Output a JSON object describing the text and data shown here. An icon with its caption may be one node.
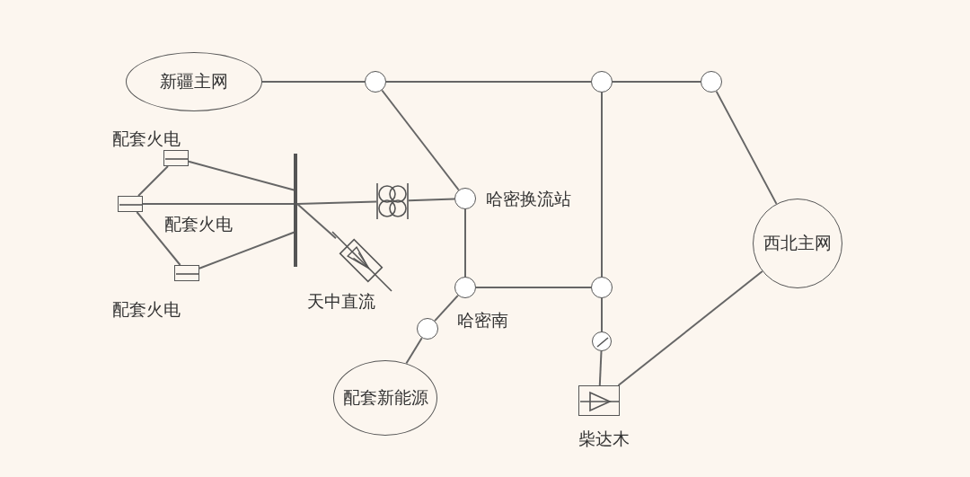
{
  "diagram": {
    "nodes": [
      {
        "text": [
          "新疆主网"
        ]
      },
      {
        "text": [],
        "shape": "circle"
      },
      {
        "text": [],
        "shape": "circle"
      },
      {
        "text": [],
        "shape": "circle"
      },
      {
        "text": [
          "西北主网"
        ]
      },
      {
        "text": [],
        "shape": "circle",
        "beside": [
          "哈密换流站"
        ]
      },
      {
        "text": [],
        "shape": "circle",
        "beside": [
          "哈密南"
        ]
      },
      {
        "text": [],
        "shape": "circle"
      },
      {
        "text": [],
        "shape": "circle"
      },
      {
        "text": [
          "配套新能源"
        ]
      },
      {
        "text": [],
        "shape": "circle"
      },
      {
        "text": [],
        "shape": "box",
        "beside": [
          "柴达木"
        ]
      },
      {
        "text": [],
        "shape": "picture"
      },
      {
        "text": [],
        "shape": "bar"
      },
      {
        "text": [],
        "shape": "box",
        "beside": [
          "配套火电"
        ]
      },
      {
        "text": [],
        "shape": "box",
        "beside": [
          "配套火电"
        ]
      },
      {
        "text": [],
        "shape": "box",
        "beside": [
          "配套火电"
        ]
      },
      {
        "text": [],
        "shape": "picture",
        "beside": [
          "天中直流"
        ]
      }
    ],
    "edges": [
      {
        "from": 0,
        "to": 1,
        "arrow": "none"
      },
      {
        "from": 1,
        "to": 2,
        "arrow": "none"
      },
      {
        "from": 2,
        "to": 3,
        "arrow": "none"
      },
      {
        "from": 3,
        "to": 4,
        "arrow": "none"
      },
      {
        "from": 1,
        "to": 5,
        "arrow": "none"
      },
      {
        "from": 5,
        "to": 6,
        "arrow": "none"
      },
      {
        "from": 6,
        "to": 7,
        "arrow": "none"
      },
      {
        "from": 2,
        "to": 7,
        "arrow": "none"
      },
      {
        "from": 6,
        "to": 8,
        "arrow": "none"
      },
      {
        "from": 8,
        "to": 9,
        "arrow": "none"
      },
      {
        "from": 7,
        "to": 10,
        "arrow": "none"
      },
      {
        "from": 10,
        "to": 11,
        "arrow": "none"
      },
      {
        "from": 11,
        "to": 4,
        "arrow": "none"
      },
      {
        "from": 12,
        "to": 5,
        "arrow": "none"
      },
      {
        "from": 13,
        "to": 12,
        "arrow": "none"
      },
      {
        "from": 14,
        "to": 13,
        "arrow": "none"
      },
      {
        "from": 15,
        "to": 13,
        "arrow": "none"
      },
      {
        "from": 16,
        "to": 13,
        "arrow": "none"
      },
      {
        "from": 15,
        "to": 14,
        "arrow": "none"
      },
      {
        "from": 15,
        "to": 16,
        "arrow": "none"
      },
      {
        "from": 13,
        "to": 17,
        "arrow": "none"
      }
    ]
  }
}
